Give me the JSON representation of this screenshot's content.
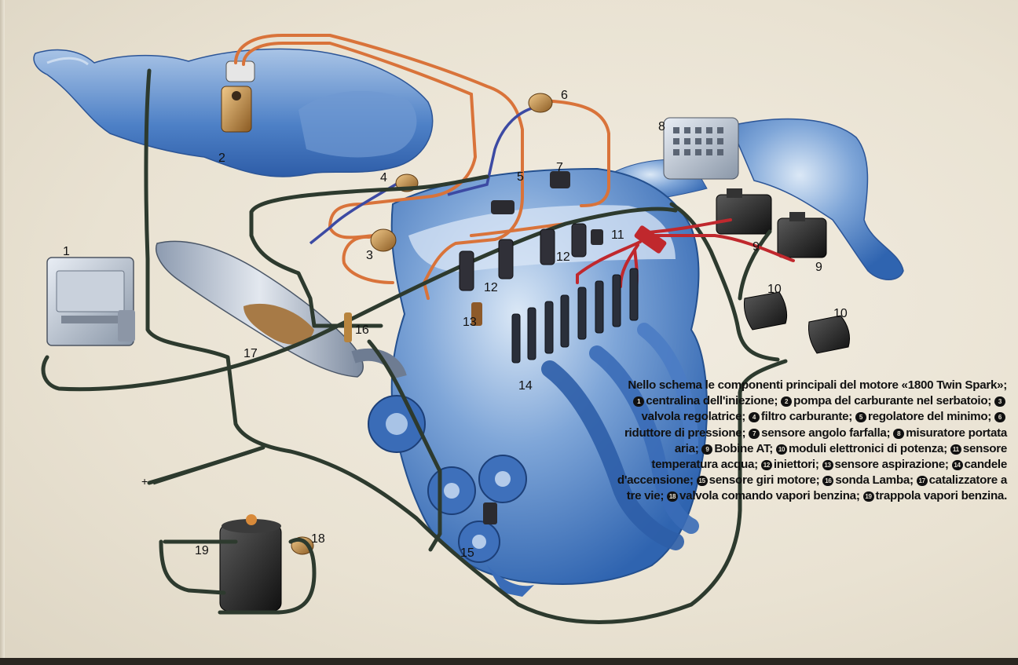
{
  "labels": {
    "c1": "1",
    "c2": "2",
    "c3": "3",
    "c4": "4",
    "c5": "5",
    "c6": "6",
    "c7": "7",
    "c8": "8",
    "c9a": "9",
    "c9b": "9",
    "c10a": "10",
    "c10b": "10",
    "c11": "11",
    "c12a": "12",
    "c12b": "12",
    "c13": "13",
    "c14": "14",
    "c15": "15",
    "c16": "16",
    "c17": "17",
    "c18": "18",
    "c19": "19",
    "plus": "+"
  },
  "caption": {
    "intro": "Nello schema le componenti principali del motore «1800 Twin Spark»;",
    "items": [
      {
        "n": "1",
        "text": "centralina dell'iniezione;"
      },
      {
        "n": "2",
        "text": "pompa del carburante nel serbatoio;"
      },
      {
        "n": "3",
        "text": "valvola regolatrice;"
      },
      {
        "n": "4",
        "text": "filtro carburante;"
      },
      {
        "n": "5",
        "text": "regolatore del minimo;"
      },
      {
        "n": "6",
        "text": "riduttore di pressione;"
      },
      {
        "n": "7",
        "text": "sensore angolo farfalla;"
      },
      {
        "n": "8",
        "text": "misuratore portata aria;"
      },
      {
        "n": "9",
        "text": "Bobine AT;"
      },
      {
        "n": "10",
        "text": "moduli elettronici di potenza;"
      },
      {
        "n": "11",
        "text": "sensore temperatura acqua;"
      },
      {
        "n": "12",
        "text": "iniettori;"
      },
      {
        "n": "13",
        "text": "sensore aspirazione;"
      },
      {
        "n": "14",
        "text": "candele d'accensione;"
      },
      {
        "n": "15",
        "text": "sensore giri motore;"
      },
      {
        "n": "16",
        "text": "sonda Lamba;"
      },
      {
        "n": "17",
        "text": "catalizzatore a tre vie;"
      },
      {
        "n": "18",
        "text": "valvola comando vapori benzina;"
      },
      {
        "n": "19",
        "text": "trappola vapori benzina."
      }
    ]
  },
  "colors": {
    "metal_blue": "#3f78c4",
    "metal_light": "#b9d2ec",
    "fuel_line": "#d9733a",
    "wire_dark": "#2d3a2e",
    "hv_cable": "#c0282d",
    "brass": "#b7843e"
  }
}
